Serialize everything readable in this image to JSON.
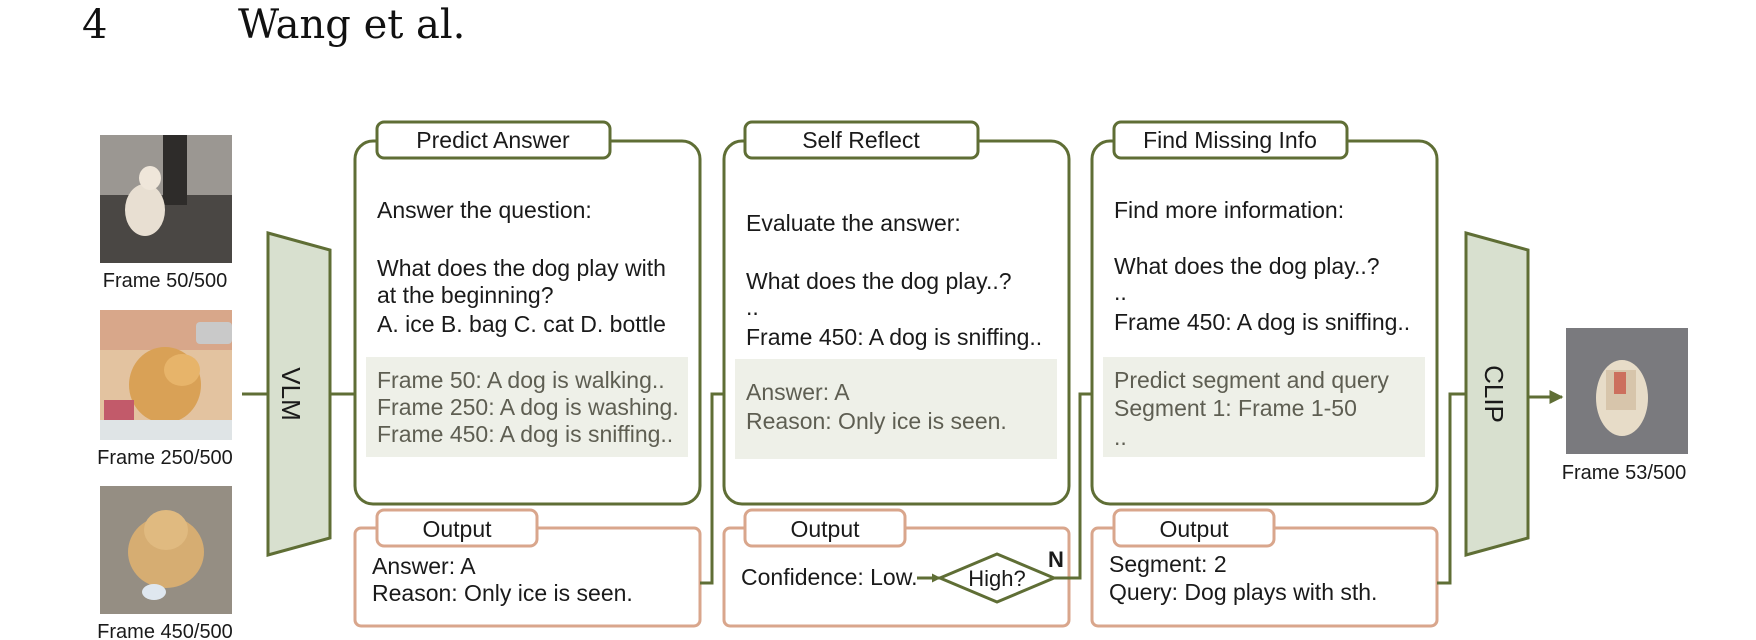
{
  "header": {
    "page_number": "4",
    "authors": "Wang et al."
  },
  "colors": {
    "olive": "#5f6e35",
    "tan": "#d9a68c",
    "panel": "#eef0e8",
    "trap": "#d8e0cf",
    "frame": "#2b2b2b"
  },
  "input_frames": [
    {
      "label": "Frame 50/500"
    },
    {
      "label": "Frame 250/500"
    },
    {
      "label": "Frame 450/500"
    }
  ],
  "vlm_label": "VLM",
  "clip_label": "CLIP",
  "output_frame": {
    "label": "Frame 53/500"
  },
  "predict": {
    "title": "Predict Answer",
    "instruction": "Answer the question:",
    "q1": "What does the dog play with",
    "q2": "at the beginning?",
    "q3": "A. ice B. bag C. cat D. bottle",
    "cap1": "Frame 50: A dog is walking..",
    "cap2": "Frame 250: A dog is washing.",
    "cap3": "Frame 450: A dog is sniffing..",
    "output_title": "Output",
    "out1": "Answer: A",
    "out2": "Reason: Only ice is seen."
  },
  "reflect": {
    "title": "Self Reflect",
    "instruction": "Evaluate the answer:",
    "q1": "What does the dog play..?",
    "dots": "..",
    "q2": "Frame 450: A dog is sniffing..",
    "g1": "Answer: A",
    "g2": "Reason: Only ice is seen.",
    "output_title": "Output",
    "confidence": "Confidence: Low.",
    "decision": "High?",
    "no_label": "N"
  },
  "find": {
    "title": "Find Missing Info",
    "instruction": "Find more information:",
    "q1": "What does the dog play..?",
    "dots": "..",
    "q2": "Frame 450: A dog is sniffing..",
    "g1": "Predict segment and query",
    "g2": "Segment 1: Frame 1-50",
    "g3": "..",
    "output_title": "Output",
    "out1": "Segment: 2",
    "out2": "Query: Dog plays with sth."
  }
}
